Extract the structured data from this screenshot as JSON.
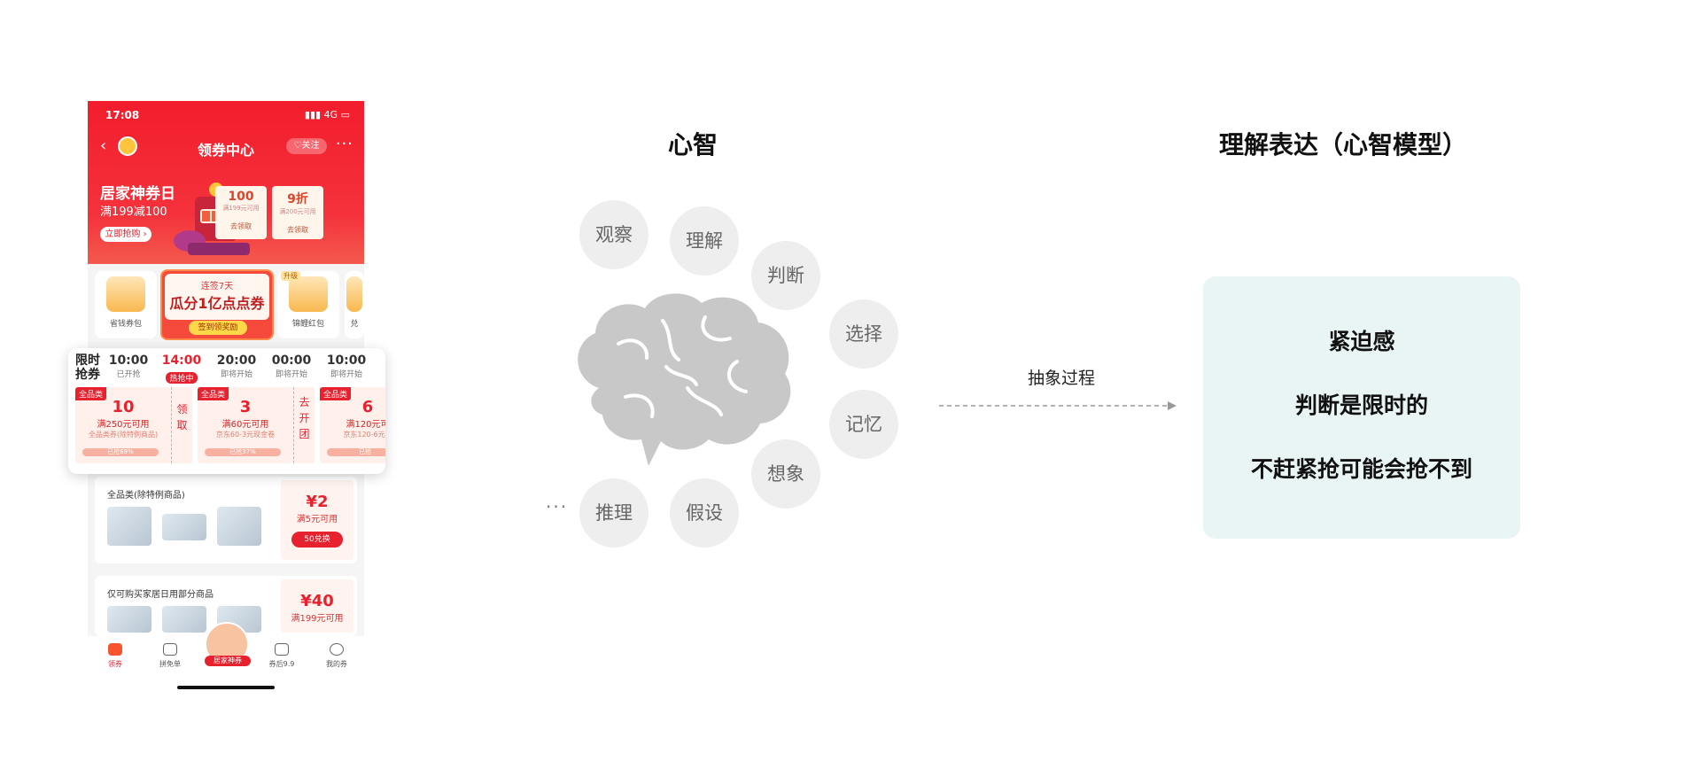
{
  "phone": {
    "status": {
      "time": "17:08",
      "network": "4G"
    },
    "nav": {
      "title": "领券中心",
      "follow": "关注"
    },
    "banner": {
      "title": "居家神券日",
      "subtitle": "满199减100",
      "button": "立即抢购",
      "coupons": [
        {
          "value": "100",
          "condition": "满199元可用",
          "action": "去领取"
        },
        {
          "value": "9折",
          "condition": "满200元可用",
          "action": "去领取"
        }
      ]
    },
    "benefits": {
      "items": [
        {
          "label": "省钱券包"
        },
        {
          "label": "锦鲤红包",
          "tag": "升级"
        },
        {
          "label": "兑"
        }
      ],
      "featured": {
        "line1": "连签7天",
        "line2": "瓜分1亿点点券",
        "button": "签到领奖励"
      }
    },
    "flash_sale": {
      "title": "限时抢券",
      "slots": [
        {
          "time": "10:00",
          "status": "已开抢"
        },
        {
          "time": "14:00",
          "status": "热抢中"
        },
        {
          "time": "20:00",
          "status": "即将开始"
        },
        {
          "time": "00:00",
          "status": "即将开始"
        },
        {
          "time": "10:00",
          "status": "即将开始"
        }
      ],
      "coupons": [
        {
          "tag": "全品类",
          "value": "10",
          "condition": "满250元可用",
          "desc": "全品类券(除特例商品)",
          "progress": "已抢69%",
          "action": "领取"
        },
        {
          "tag": "全品类",
          "value": "3",
          "condition": "满60元可用",
          "desc": "京东60-3元现金卷",
          "progress": "已抢37%",
          "action": "去开团"
        },
        {
          "tag": "全品类",
          "value": "6",
          "condition": "满120元可",
          "desc": "京东120-6元现",
          "progress": "已抢"
        }
      ]
    },
    "list": [
      {
        "title": "全品类(除特例商品)",
        "amount": "¥2",
        "condition": "满5元可用",
        "button": "50兑换"
      },
      {
        "title": "仅可购买家居日用部分商品",
        "amount": "¥40",
        "condition": "满199元可用",
        "button": ""
      }
    ],
    "tabs": [
      {
        "label": "领券"
      },
      {
        "label": "拼免单"
      },
      {
        "label": "居家神券"
      },
      {
        "label": "券后9.9"
      },
      {
        "label": "我的券"
      }
    ]
  },
  "diagram": {
    "title": "心智",
    "abilities": [
      "观察",
      "理解",
      "判断",
      "选择",
      "记忆",
      "想象",
      "假设",
      "推理"
    ],
    "ellipsis": "···",
    "process_label": "抽象过程"
  },
  "result": {
    "title": "理解表达（心智模型）",
    "lines": [
      "紧迫感",
      "判断是限时的",
      "不赶紧抢可能会抢不到"
    ]
  },
  "colors": {
    "accent_red": "#e8212e",
    "bubble_gray": "#eeeeee",
    "brain_gray": "#c8c8c8",
    "card_teal": "#e9f5f5"
  }
}
